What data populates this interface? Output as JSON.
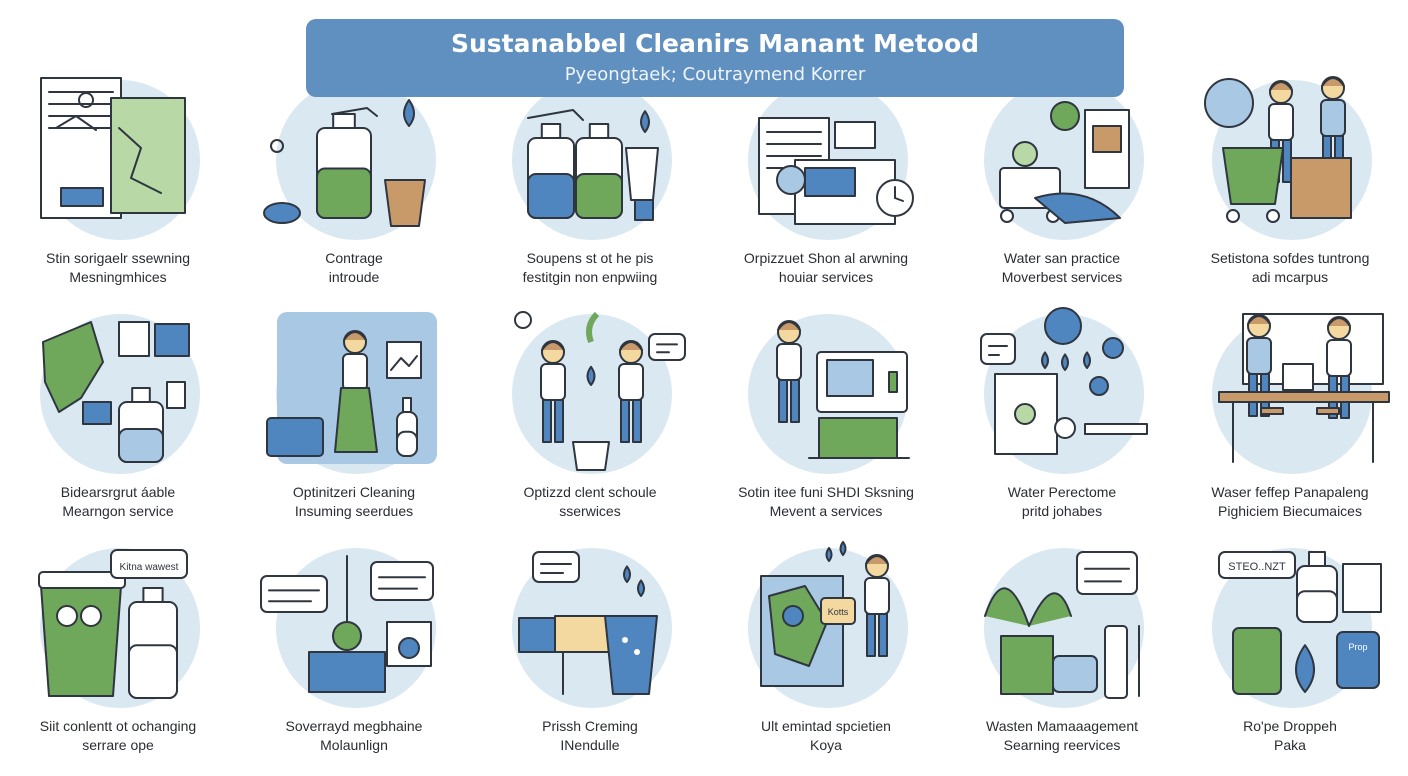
{
  "banner": {
    "title": "Sustanabbel Cleanirs Manant Metood",
    "subtitle": "Pyeongtaek; Coutraymend Korrer"
  },
  "colors": {
    "banner": "#6090c0",
    "circle": "#dae8f2",
    "green": "#6fa85a",
    "blue": "#4f86c0",
    "tan": "#c89a6a",
    "line": "#2f3640"
  },
  "cells": [
    {
      "icon": "map-document-icon",
      "caption": [
        "Stin sorigaelr ssewning",
        "Mesningmhices"
      ]
    },
    {
      "icon": "spray-bottle-bucket-icon",
      "caption": [
        "Contrage",
        "introude"
      ]
    },
    {
      "icon": "cleaning-bottles-icon",
      "caption": [
        "Soupens st ot he pis",
        "festitgin non enpwiing"
      ]
    },
    {
      "icon": "monitor-clock-icon",
      "caption": [
        "Orpizzuet Shon al arwning",
        "houiar services"
      ]
    },
    {
      "icon": "laundry-cart-icon",
      "caption": [
        "Water san practice",
        "Moverbest services"
      ]
    },
    {
      "icon": "family-shopping-icon",
      "caption": [
        "Setistona sofdes tuntrong",
        "adi mcarpus"
      ]
    },
    {
      "icon": "regional-map-icon",
      "caption": [
        "Bidearsrgrut áable",
        "Mearngon service"
      ]
    },
    {
      "icon": "cleaner-worker-icon",
      "caption": [
        "Optinitzeri Cleaning",
        "Insuming seerdues"
      ]
    },
    {
      "icon": "people-discussion-icon",
      "caption": [
        "Optizzd clent schoule",
        "sserwices"
      ]
    },
    {
      "icon": "worker-computer-icon",
      "caption": [
        "Sotin itee funi SHDI Sksning",
        "Mevent a services"
      ]
    },
    {
      "icon": "water-drops-icon",
      "caption": [
        "Water Perectome",
        "pritd johabes"
      ]
    },
    {
      "icon": "office-workers-icon",
      "caption": [
        "Waser feffep Panapaleng",
        "Pighiciem Biecumaices"
      ]
    },
    {
      "icon": "trash-bin-bottle-icon",
      "caption": [
        "Siit conlentt ot ochanging",
        "serrare ope"
      ]
    },
    {
      "icon": "cleaning-cart-icon",
      "caption": [
        "Soverrayd megbhaine",
        "Molaunlign"
      ]
    },
    {
      "icon": "mop-bucket-icon",
      "caption": [
        "Prissh Creming",
        "INendulle"
      ]
    },
    {
      "icon": "map-woman-icon",
      "caption": [
        "Ult emintad spcietien",
        "Koya"
      ]
    },
    {
      "icon": "plant-tools-icon",
      "caption": [
        "Wasten Mamaaagement",
        "Searning reervices"
      ]
    },
    {
      "icon": "jars-drop-icon",
      "caption": [
        "Ro'pe Droppeh",
        "Paka"
      ]
    }
  ],
  "labels": {
    "bubble_13": "Kitna wawest",
    "bubble_18": "STEO..NZT",
    "jar_18": "Prop",
    "sign_16": "Kotts"
  }
}
